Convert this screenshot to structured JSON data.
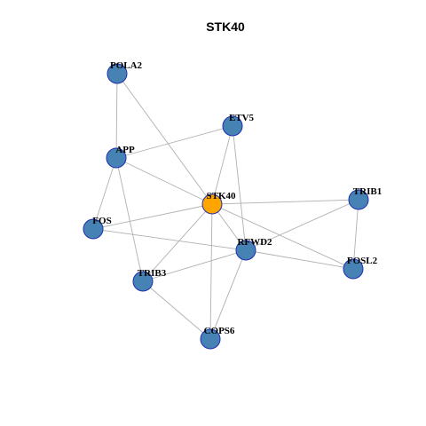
{
  "title": "STK40",
  "colors": {
    "node_default": "#4682b4",
    "node_highlight": "#ffa500",
    "node_border": "#1f2fb0",
    "edge": "#b0b0b0"
  },
  "nodes": [
    {
      "id": "POLA2",
      "label": "POLA2",
      "highlight": false
    },
    {
      "id": "ETV5",
      "label": "ETV5",
      "highlight": false
    },
    {
      "id": "APP",
      "label": "APP",
      "highlight": false
    },
    {
      "id": "STK40",
      "label": "STK40",
      "highlight": true
    },
    {
      "id": "TRIB1",
      "label": "TRIB1",
      "highlight": false
    },
    {
      "id": "FOS",
      "label": "FOS",
      "highlight": false
    },
    {
      "id": "RFWD2",
      "label": "RFWD2",
      "highlight": false
    },
    {
      "id": "FOSL2",
      "label": "FOSL2",
      "highlight": false
    },
    {
      "id": "TRIB3",
      "label": "TRIB3",
      "highlight": false
    },
    {
      "id": "COPS6",
      "label": "COPS6",
      "highlight": false
    }
  ],
  "edges": [
    [
      "POLA2",
      "APP"
    ],
    [
      "POLA2",
      "STK40"
    ],
    [
      "APP",
      "ETV5"
    ],
    [
      "ETV5",
      "STK40"
    ],
    [
      "ETV5",
      "RFWD2"
    ],
    [
      "APP",
      "STK40"
    ],
    [
      "APP",
      "FOS"
    ],
    [
      "APP",
      "TRIB3"
    ],
    [
      "STK40",
      "FOS"
    ],
    [
      "STK40",
      "TRIB1"
    ],
    [
      "STK40",
      "RFWD2"
    ],
    [
      "STK40",
      "FOSL2"
    ],
    [
      "STK40",
      "TRIB3"
    ],
    [
      "STK40",
      "COPS6"
    ],
    [
      "FOS",
      "RFWD2"
    ],
    [
      "RFWD2",
      "TRIB1"
    ],
    [
      "RFWD2",
      "FOSL2"
    ],
    [
      "RFWD2",
      "TRIB3"
    ],
    [
      "RFWD2",
      "COPS6"
    ],
    [
      "TRIB1",
      "FOSL2"
    ],
    [
      "TRIB3",
      "COPS6"
    ]
  ]
}
